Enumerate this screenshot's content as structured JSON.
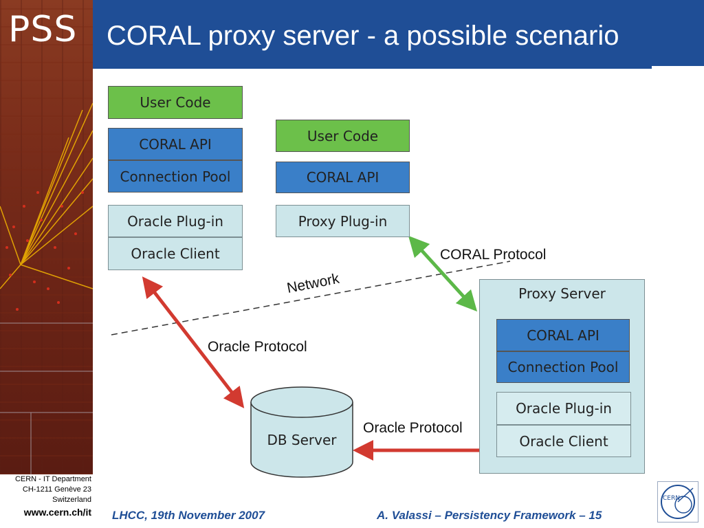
{
  "header": {
    "logo_text": "PSS",
    "title": "CORAL proxy server - a possible scenario"
  },
  "footer": {
    "address_lines": [
      "CERN - IT Department",
      "CH-1211 Genève 23",
      "Switzerland"
    ],
    "website": "www.cern.ch/it",
    "event": "LHCC, 19th November 2007",
    "author_info": "A. Valassi – Persistency Framework – 15",
    "cern_logo_text": "CERN"
  },
  "diagram": {
    "left_stack": {
      "user_code": "User Code",
      "coral_api": "CORAL API",
      "connection_pool": "Connection Pool",
      "oracle_plugin": "Oracle Plug-in",
      "oracle_client": "Oracle Client"
    },
    "middle_stack": {
      "user_code": "User Code",
      "coral_api": "CORAL API",
      "proxy_plugin": "Proxy Plug-in"
    },
    "proxy_server": {
      "title": "Proxy Server",
      "coral_api": "CORAL API",
      "connection_pool": "Connection Pool",
      "oracle_plugin": "Oracle Plug-in",
      "oracle_client": "Oracle Client"
    },
    "db_server": "DB Server",
    "labels": {
      "coral_protocol": "CORAL Protocol",
      "network": "Network",
      "oracle_protocol_left": "Oracle Protocol",
      "oracle_protocol_bottom": "Oracle Protocol"
    },
    "colors": {
      "user_code": "#6cc04a",
      "coral_layer": "#3a7fc8",
      "plugin_layer": "#cce6ea",
      "coral_protocol_arrow": "#5cb848",
      "oracle_protocol_arrow": "#d23a30",
      "title_bar": "#1f4e96"
    }
  }
}
